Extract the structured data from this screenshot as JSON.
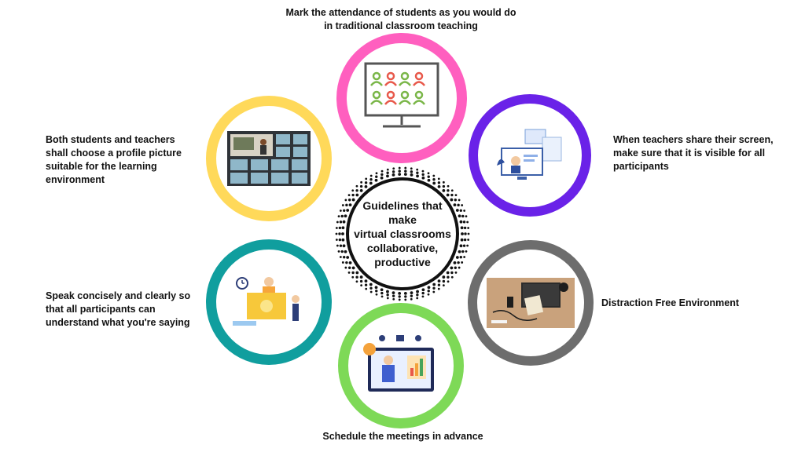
{
  "center": {
    "title": "Guidelines that\nmake\nvirtual classrooms\ncollaborative,\nproductive"
  },
  "guidelines": [
    {
      "label": "Mark the attendance of students as you would do in traditional classroom teaching",
      "color": "#ff5fbf",
      "icon": "attendance-monitor-icon"
    },
    {
      "label": "When teachers share their screen, make sure that it is visible for all participants",
      "color": "#6a22e8",
      "icon": "screen-share-icon"
    },
    {
      "label": "Distraction Free Environment",
      "color": "#6d6d6d",
      "icon": "desk-laptop-icon"
    },
    {
      "label": "Schedule the meetings in advance",
      "color": "#7ed957",
      "icon": "online-meeting-icon"
    },
    {
      "label": "Speak concisely and clearly so that all participants can understand what you're saying",
      "color": "#109e9e",
      "icon": "presentation-icon"
    },
    {
      "label": "Both students and teachers shall choose a profile picture suitable for the learning environment",
      "color": "#ffd95a",
      "icon": "video-call-grid-icon"
    }
  ]
}
